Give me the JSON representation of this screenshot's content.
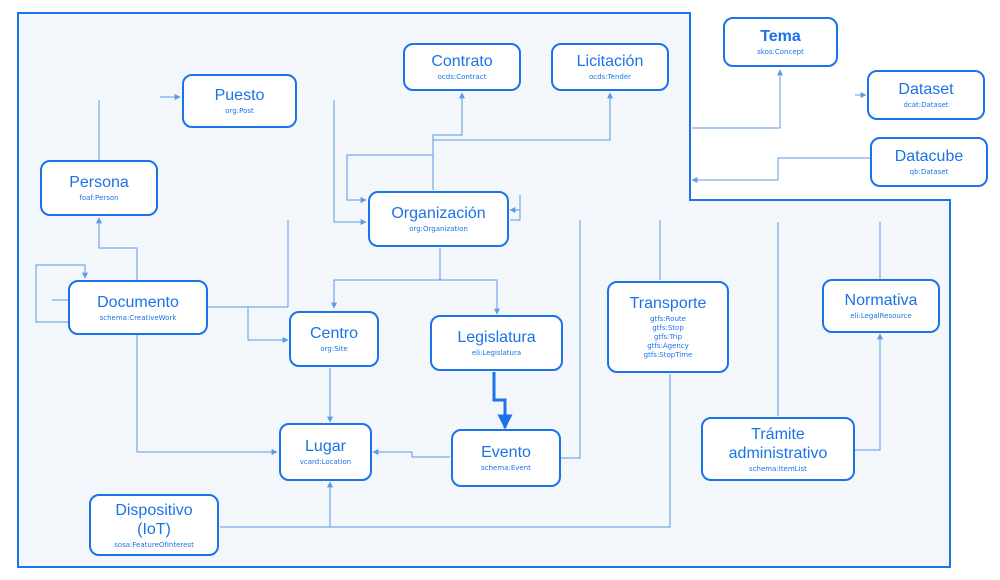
{
  "colors": {
    "accent": "#1a73e8",
    "panel": "#f3f7fb",
    "line": "#5a9ae6"
  },
  "nodes": {
    "contrato": {
      "title": "Contrato",
      "sub": "ocds:Contract"
    },
    "licitacion": {
      "title": "Licitación",
      "sub": "ocds:Tender"
    },
    "tema": {
      "title": "Tema",
      "sub": "skos:Concept"
    },
    "dataset": {
      "title": "Dataset",
      "sub": "dcat:Dataset"
    },
    "datacube": {
      "title": "Datacube",
      "sub": "qb:Dataset"
    },
    "puesto": {
      "title": "Puesto",
      "sub": "org:Post"
    },
    "persona": {
      "title": "Persona",
      "sub": "foaf:Person"
    },
    "organizacion": {
      "title": "Organización",
      "sub": "org:Organization"
    },
    "documento": {
      "title": "Documento",
      "sub": "schema:CreativeWork"
    },
    "centro": {
      "title": "Centro",
      "sub": "org:Site"
    },
    "legislatura": {
      "title": "Legislatura",
      "sub": "eli:Legislatura"
    },
    "transporte": {
      "title": "Transporte",
      "sub_lines": [
        "gtfs:Route",
        "gtfs:Stop",
        "gtfs:Trip",
        "gtfs:Agency",
        "gtfs:StopTime"
      ]
    },
    "normativa": {
      "title": "Normativa",
      "sub": "eli:LegalResource"
    },
    "lugar": {
      "title": "Lugar",
      "sub": "vcard:Location"
    },
    "evento": {
      "title": "Evento",
      "sub": "schema:Event"
    },
    "tramite": {
      "title_lines": [
        "Trámite",
        "administrativo"
      ],
      "sub": "schema:ItemList"
    },
    "dispositivo": {
      "title_lines": [
        "Dispositivo",
        "(IoT)"
      ],
      "sub": "sosa:FeatureOfInterest"
    }
  }
}
